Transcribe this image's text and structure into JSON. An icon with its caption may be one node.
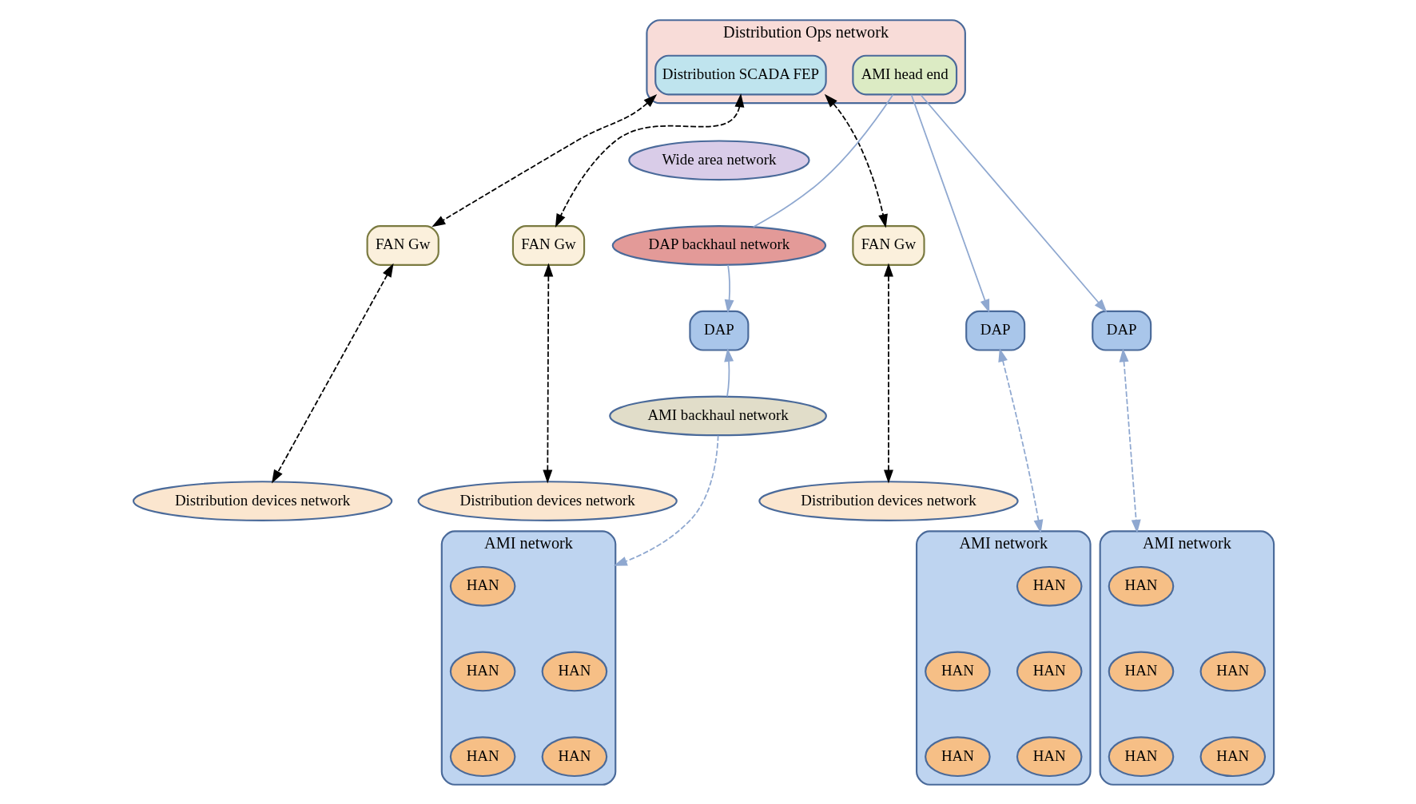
{
  "diagram": {
    "nodes": [
      {
        "text": [
          "Distribution Ops network"
        ]
      },
      {
        "text": [
          "Distribution SCADA FEP"
        ],
        "in": 0
      },
      {
        "text": [
          "AMI head end"
        ],
        "in": 0
      },
      {
        "text": [
          "Wide area network"
        ]
      },
      {
        "text": [
          "DAP backhaul network"
        ]
      },
      {
        "text": [
          "FAN Gw"
        ]
      },
      {
        "text": [
          "FAN Gw"
        ]
      },
      {
        "text": [
          "FAN Gw"
        ]
      },
      {
        "text": [
          "DAP"
        ]
      },
      {
        "text": [
          "DAP"
        ]
      },
      {
        "text": [
          "DAP"
        ]
      },
      {
        "text": [
          "AMI backhaul network"
        ]
      },
      {
        "text": [
          "Distribution devices network"
        ]
      },
      {
        "text": [
          "AMI network"
        ]
      },
      {
        "text": [
          "HAN"
        ],
        "in": 13
      },
      {
        "text": [
          "HAN"
        ],
        "in": 13
      },
      {
        "text": [
          "HAN"
        ],
        "in": 13
      },
      {
        "text": [
          "HAN"
        ],
        "in": 13
      },
      {
        "text": [
          "HAN"
        ],
        "in": 13
      },
      {
        "text": [
          "Distribution devices network"
        ]
      },
      {
        "text": [
          "AMI network"
        ]
      },
      {
        "text": [
          "HAN"
        ],
        "in": 20
      },
      {
        "text": [
          "HAN"
        ],
        "in": 20
      },
      {
        "text": [
          "HAN"
        ],
        "in": 20
      },
      {
        "text": [
          "HAN"
        ],
        "in": 20
      },
      {
        "text": [
          "HAN"
        ],
        "in": 20
      },
      {
        "text": [
          "Distribution devices network"
        ]
      },
      {
        "text": [
          "AMI network"
        ]
      },
      {
        "text": [
          "HAN"
        ],
        "in": 27
      },
      {
        "text": [
          "HAN"
        ],
        "in": 27
      },
      {
        "text": [
          "HAN"
        ],
        "in": 27
      },
      {
        "text": [
          "HAN"
        ],
        "in": 27
      },
      {
        "text": [
          "HAN"
        ],
        "in": 27
      }
    ],
    "edges": [
      {
        "from": 1,
        "to": 5,
        "arrow": "both",
        "style": "dashed",
        "color": "#000000"
      },
      {
        "from": 1,
        "to": 6,
        "arrow": "both",
        "style": "dashed",
        "color": "#000000"
      },
      {
        "from": 1,
        "to": 7,
        "arrow": "both",
        "style": "dashed",
        "color": "#000000"
      },
      {
        "from": 2,
        "to": 4,
        "arrow": "none",
        "color": "#8fa8d0"
      },
      {
        "from": 2,
        "to": 9,
        "arrow": "to",
        "color": "#8fa8d0"
      },
      {
        "from": 2,
        "to": 10,
        "arrow": "to",
        "color": "#8fa8d0"
      },
      {
        "from": 4,
        "to": 8,
        "arrow": "to",
        "color": "#8fa8d0"
      },
      {
        "from": 11,
        "to": 8,
        "arrow": "to",
        "color": "#8fa8d0"
      },
      {
        "from": 11,
        "to": 13,
        "arrow": "to",
        "style": "dashed",
        "color": "#8fa8d0"
      },
      {
        "from": 5,
        "to": 12,
        "arrow": "both",
        "style": "dashed",
        "color": "#000000"
      },
      {
        "from": 9,
        "to": 20,
        "arrow": "both",
        "style": "dashed",
        "color": "#8fa8d0"
      },
      {
        "from": 6,
        "to": 19,
        "arrow": "both",
        "style": "dashed",
        "color": "#000000"
      },
      {
        "from": 10,
        "to": 27,
        "arrow": "both",
        "style": "dashed",
        "color": "#8fa8d0"
      },
      {
        "from": 7,
        "to": 26,
        "arrow": "both",
        "style": "dashed",
        "color": "#000000"
      }
    ]
  }
}
